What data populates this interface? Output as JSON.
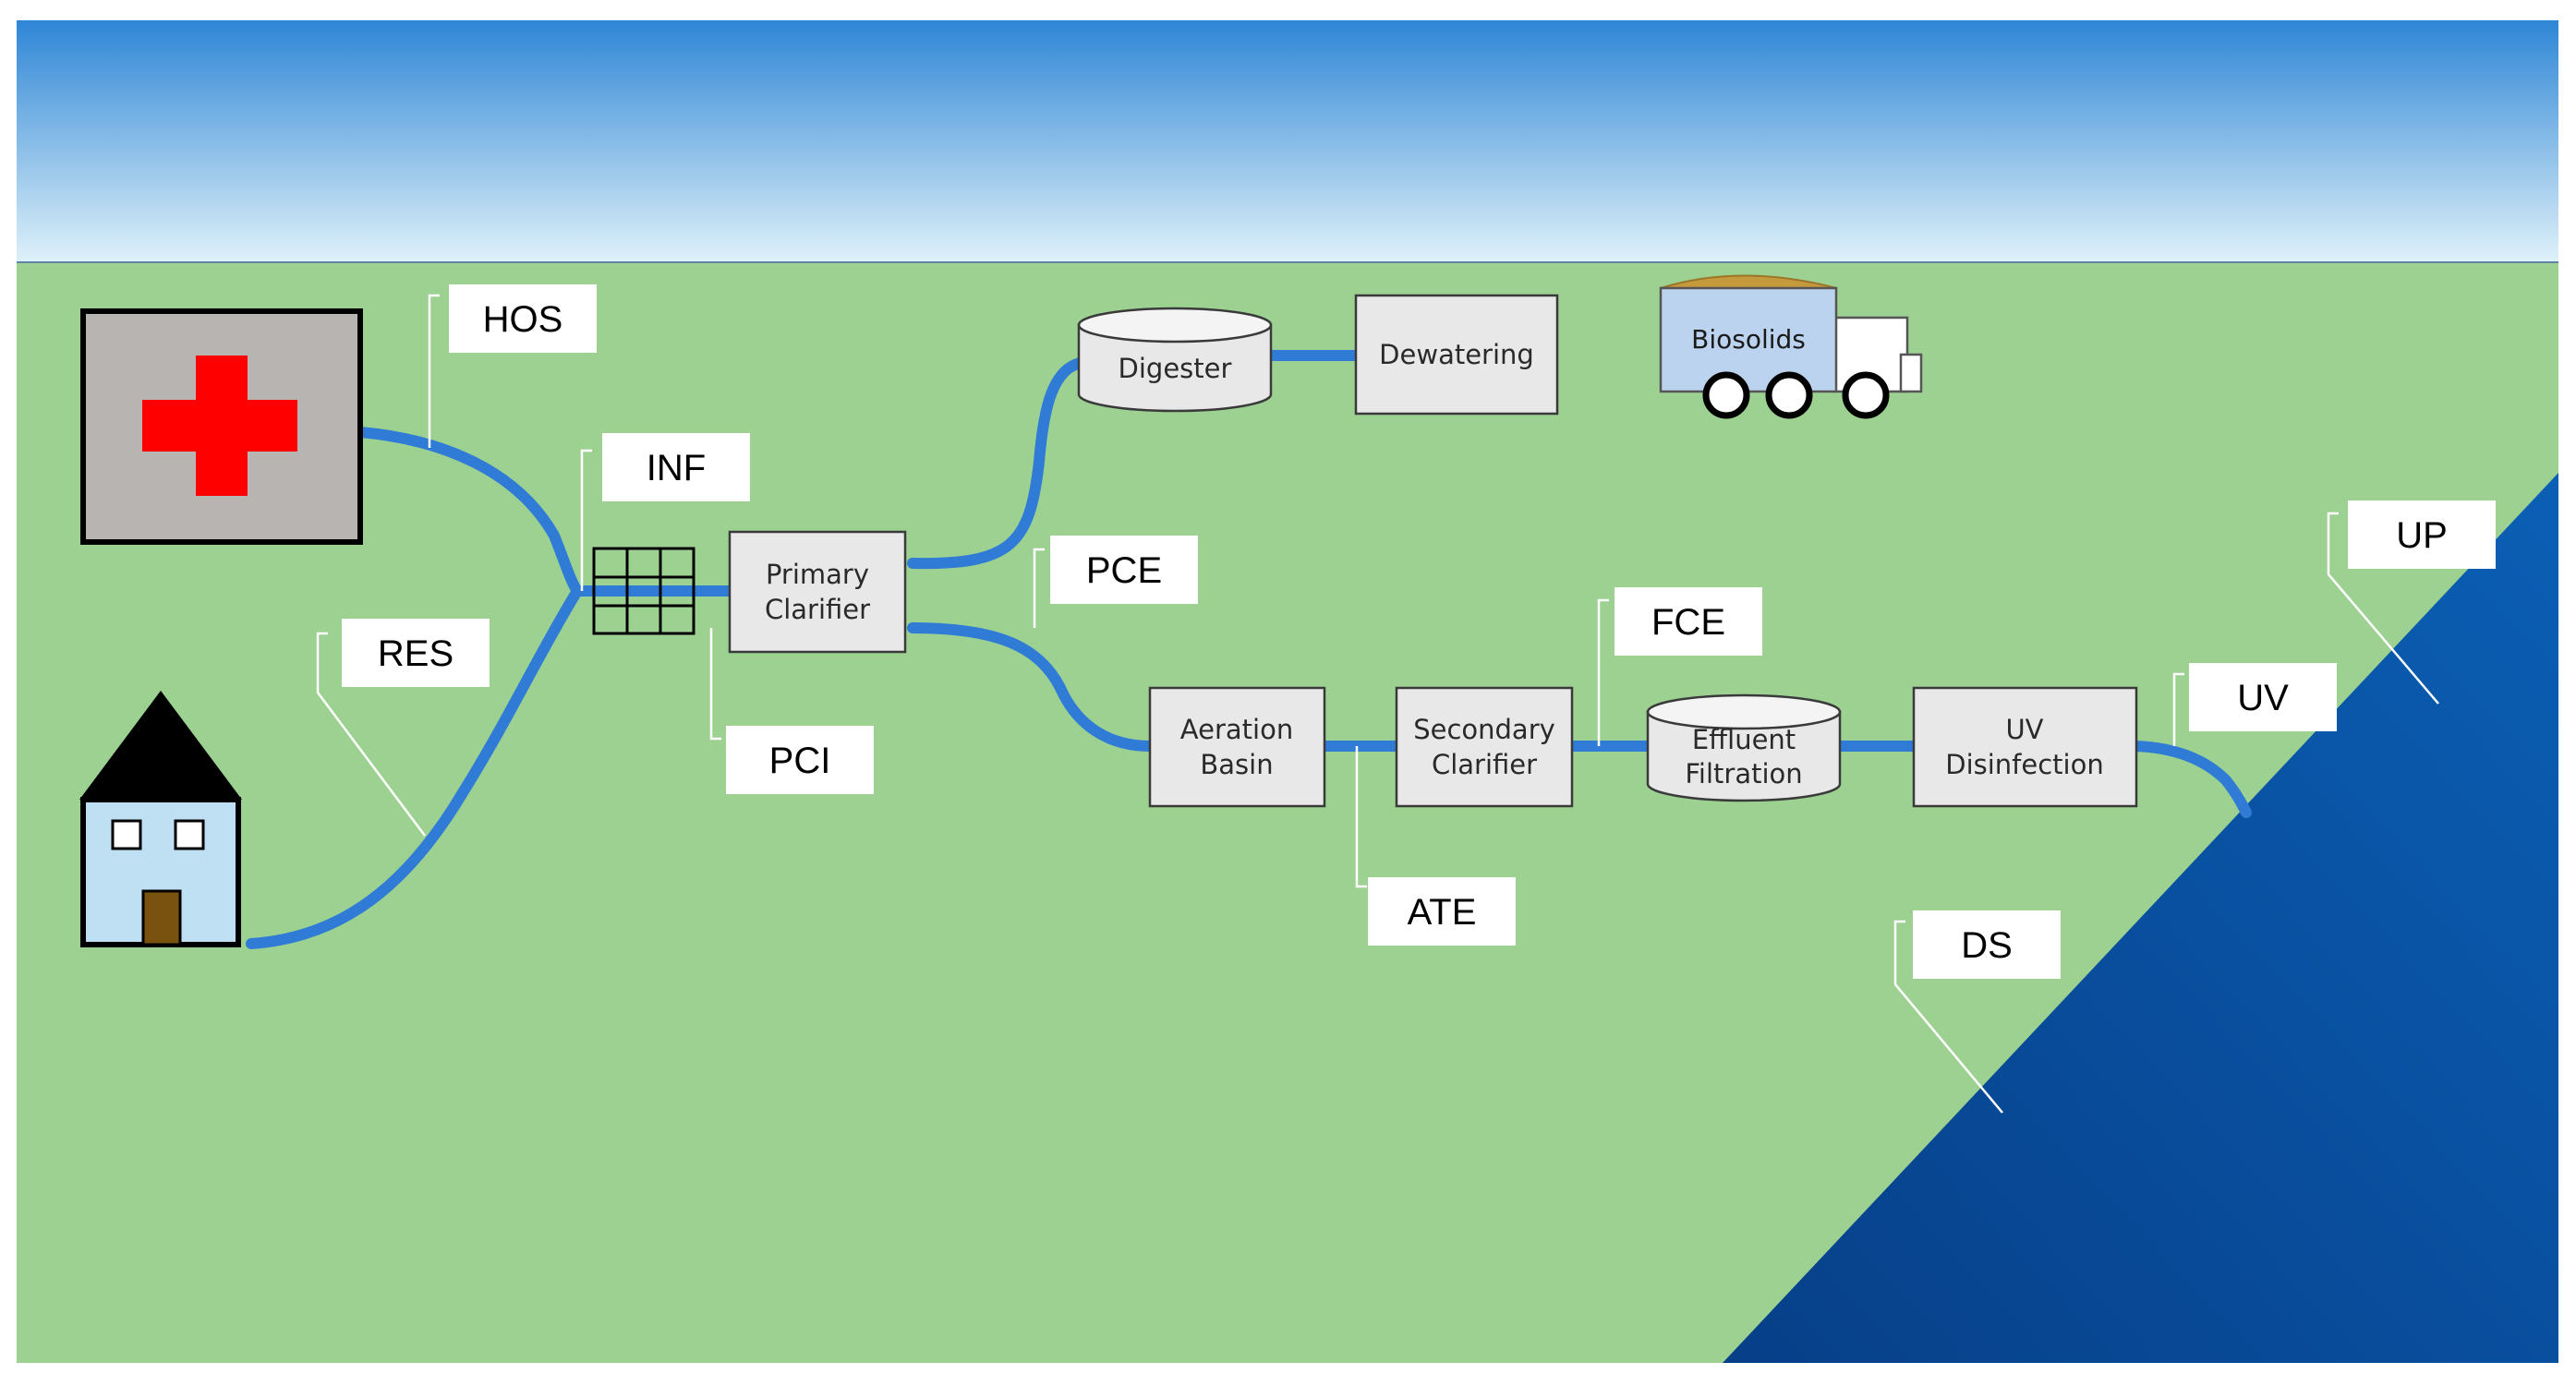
{
  "colors": {
    "sky_top": "#2e86d6",
    "sky_bottom": "#dff1f9",
    "ground": "#9dd192",
    "pipe": "#2f7bd6",
    "water_light": "#0b5fb5",
    "water_dark": "#073f88",
    "unit_fill": "#e8e8e8",
    "label_fill": "#ffffff",
    "hospital_fill": "#b8b4b2",
    "red_cross": "#ff0000",
    "house_fill": "#bfe0f3",
    "door": "#7a5210",
    "truck_body": "#bcd3ef",
    "truck_load": "#c59a3c"
  },
  "sources": {
    "hospital": {
      "icon": "hospital-icon"
    },
    "residence": {
      "icon": "house-icon"
    }
  },
  "units": {
    "primary_clarifier": [
      "Primary",
      "Clarifier"
    ],
    "digester": [
      "Digester"
    ],
    "dewatering": [
      "Dewatering"
    ],
    "aeration_basin": [
      "Aeration",
      "Basin"
    ],
    "secondary_clarifier": [
      "Secondary",
      "Clarifier"
    ],
    "effluent_filtration": [
      "Effluent",
      "Filtration"
    ],
    "uv_disinfection": [
      "UV",
      "Disinfection"
    ]
  },
  "truck": {
    "label": "Biosolids"
  },
  "sampling_points": {
    "hos": "HOS",
    "res": "RES",
    "inf": "INF",
    "pci": "PCI",
    "pce": "PCE",
    "ate": "ATE",
    "fce": "FCE",
    "uv": "UV",
    "up": "UP",
    "ds": "DS"
  }
}
